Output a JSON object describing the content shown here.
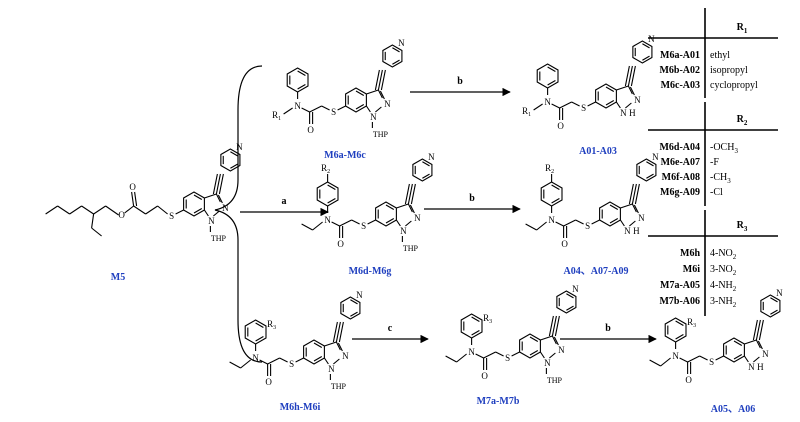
{
  "colors": {
    "label": "#1f3fbf",
    "ink": "#000000",
    "bg": "#ffffff"
  },
  "compounds": {
    "m5": "M5",
    "m6a_m6c": "M6a-M6c",
    "a01_a03": "A01-A03",
    "m6d_m6g": "M6d-M6g",
    "a04_a07_a09": "A04、A07-A09",
    "m6h_m6i": "M6h-M6i",
    "m7a_m7b": "M7a-M7b",
    "a05_a06": "A05、A06"
  },
  "reagents": {
    "a": "a",
    "b": "b",
    "c": "c"
  },
  "atoms": {
    "N": "N",
    "O": "O",
    "S": "S",
    "H": "H",
    "THP": "THP",
    "R1": "R",
    "R1sub": "1",
    "R2": "R",
    "R2sub": "2",
    "R3": "R",
    "R3sub": "3"
  },
  "table_r1": {
    "header": "R",
    "header_sub": "1",
    "rows": [
      {
        "compound": "M6a-A01",
        "value": "ethyl"
      },
      {
        "compound": "M6b-A02",
        "value": "isopropyl"
      },
      {
        "compound": "M6c-A03",
        "value": "cyclopropyl"
      }
    ]
  },
  "table_r2": {
    "header": "R",
    "header_sub": "2",
    "rows": [
      {
        "compound": "M6d-A04",
        "value": "-OCH",
        "value_sub": "3"
      },
      {
        "compound": "M6e-A07",
        "value": "-F",
        "value_sub": ""
      },
      {
        "compound": "M6f-A08",
        "value": "-CH",
        "value_sub": "3"
      },
      {
        "compound": "M6g-A09",
        "value": "-Cl",
        "value_sub": ""
      }
    ]
  },
  "table_r3": {
    "header": "R",
    "header_sub": "3",
    "rows": [
      {
        "compound": "M6h",
        "value": "4-NO",
        "value_sub": "2"
      },
      {
        "compound": "M6i",
        "value": "3-NO",
        "value_sub": "2"
      },
      {
        "compound": "M7a-A05",
        "value": "4-NH",
        "value_sub": "2"
      },
      {
        "compound": "M7b-A06",
        "value": "3-NH",
        "value_sub": "2"
      }
    ]
  }
}
